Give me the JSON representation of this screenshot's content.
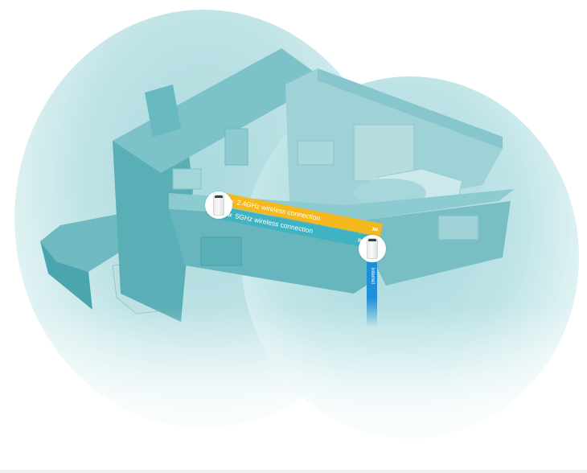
{
  "diagram": {
    "subject": "mesh-wifi-home-coverage",
    "colors": {
      "background": "#ffffff",
      "coverage_cloud": "#b5dee1",
      "house": "#5fb5bd",
      "band_24ghz": "#f5b91e",
      "band_5ghz": "#3fb3c4",
      "internet": "#1e8fd8",
      "node": "#ffffff"
    },
    "links": [
      {
        "id": "band-24",
        "label": "2.4GHz wireless connection",
        "left_arrows": "‹‹‹",
        "right_arrows": "›››"
      },
      {
        "id": "band-5",
        "label": "5GHz wireless connection",
        "left_arrows": "‹‹‹",
        "right_arrows": "›››"
      }
    ],
    "nodes": [
      {
        "id": "mesh-node-upstairs",
        "icon": "router-icon"
      },
      {
        "id": "mesh-node-main",
        "icon": "router-icon"
      }
    ],
    "uplink": {
      "label": "Internet"
    }
  }
}
